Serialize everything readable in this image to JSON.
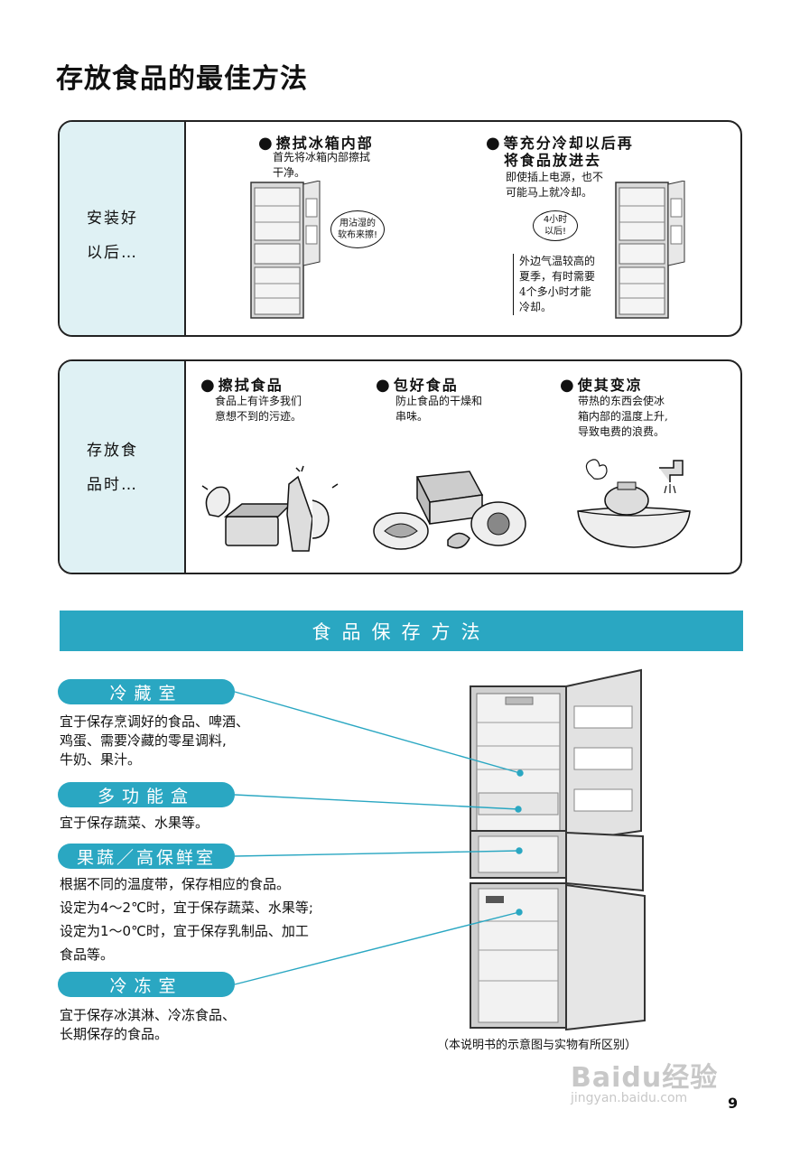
{
  "page_title": "存放食品的最佳方法",
  "panel_install": {
    "side_line1": "安装好",
    "side_line2": "以后…",
    "item1": {
      "heading": "擦拭冰箱内部",
      "desc": "首先将冰箱内部擦拭\n干净。",
      "bubble": "用沾湿的\n软布来擦!"
    },
    "item2": {
      "heading_line1": "等充分冷却以后再",
      "heading_line2": "将食品放进去",
      "desc": "即使插上电源，也不\n可能马上就冷却。",
      "bubble": "4小时\n以后!",
      "note": "外边气温较高的\n夏季，有时需要\n4个多小时才能\n冷却。"
    }
  },
  "panel_store": {
    "side_line1": "存放食",
    "side_line2": "品时…",
    "item1": {
      "heading": "擦拭食品",
      "desc": "食品上有许多我们\n意想不到的污迹。"
    },
    "item2": {
      "heading": "包好食品",
      "desc": "防止食品的干燥和\n串味。"
    },
    "item3": {
      "heading": "使其变凉",
      "desc": "带热的东西会使冰\n箱内部的温度上升,\n导致电费的浪费。"
    }
  },
  "banner": "食品保存方法",
  "sections": [
    {
      "label": "冷藏室",
      "text": "宜于保存烹调好的食品、啤酒、\n鸡蛋、需要冷藏的零星调料,\n牛奶、果汁。"
    },
    {
      "label": "多功能盒",
      "text": "宜于保存蔬菜、水果等。"
    },
    {
      "label": "果蔬／高保鲜室",
      "text": "根据不同的温度带，保存相应的食品。\n设定为4～2℃时，宜于保存蔬菜、水果等;\n设定为1～0℃时，宜于保存乳制品、加工\n食品等。"
    },
    {
      "label": "冷冻室",
      "text": "宜于保存冰淇淋、冷冻食品、\n长期保存的食品。"
    }
  ],
  "caption": "（本说明书的示意图与实物有所区别）",
  "watermark_logo": "Baidu经验",
  "watermark_url": "jingyan.baidu.com",
  "page_number": "9",
  "colors": {
    "accent": "#2aa7c2",
    "side_fill": "#dff1f4"
  }
}
